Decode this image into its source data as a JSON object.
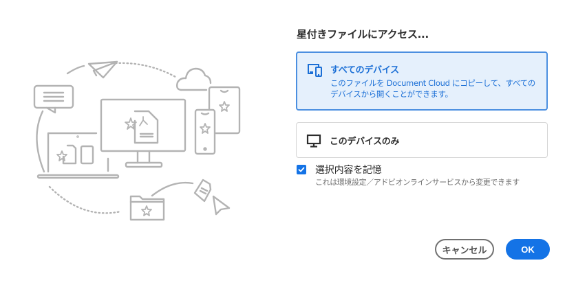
{
  "dialog": {
    "title": "星付きファイルにアクセス...",
    "options": [
      {
        "id": "all-devices",
        "label": "すべてのデバイス",
        "description": "このファイルを Document Cloud にコピーして、すべてのデバイスから開くことができます。",
        "icon": "devices-icon",
        "selected": true
      },
      {
        "id": "this-device",
        "label": "このデバイスのみ",
        "description": "",
        "icon": "monitor-icon",
        "selected": false
      }
    ],
    "remember": {
      "label": "選択内容を記憶",
      "hint": "これは環境設定／アドビオンラインサービスから変更できます",
      "checked": true
    },
    "buttons": {
      "cancel": "キャンセル",
      "ok": "OK"
    }
  },
  "colors": {
    "accent": "#1473e6",
    "selected_bg": "#e5f0fc",
    "selected_border": "#4b8fe0",
    "illustration_stroke": "#b3b3b3"
  }
}
